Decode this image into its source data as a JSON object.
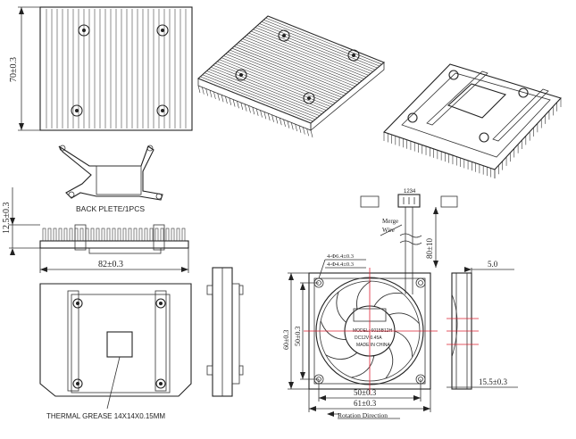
{
  "heatsink": {
    "height_dim": "70±0.3",
    "side_height_dim": "12.5±0.3",
    "width_dim": "82±0.3",
    "back_plate_label": "BACK PLETE/1PCS",
    "thermal_grease_label": "THERMAL GREASE 14X14X0.15MM"
  },
  "fan": {
    "connector_pins": "1234",
    "wire_label_1": "Merge",
    "wire_label_2": "Wire",
    "cable_dim": "80±10",
    "hole_dim_1": "4-Φ6.4±0.3",
    "hole_dim_2": "4-Φ4.4±0.3",
    "thickness_dim": "5.0",
    "inner_height_dim": "50±0.3",
    "outer_height_dim": "60±0.3",
    "inner_width_dim": "50±0.3",
    "outer_width_dim": "61±0.3",
    "depth_dim": "15.5±0.3",
    "rotation_label": "Rotation Direction",
    "sticker_lines": [
      "MODEL: 6015B12H",
      "DC12V 0.45A",
      "MADE IN CHINA"
    ]
  },
  "colors": {
    "line": "#222222",
    "red_center": "#dd2233"
  }
}
